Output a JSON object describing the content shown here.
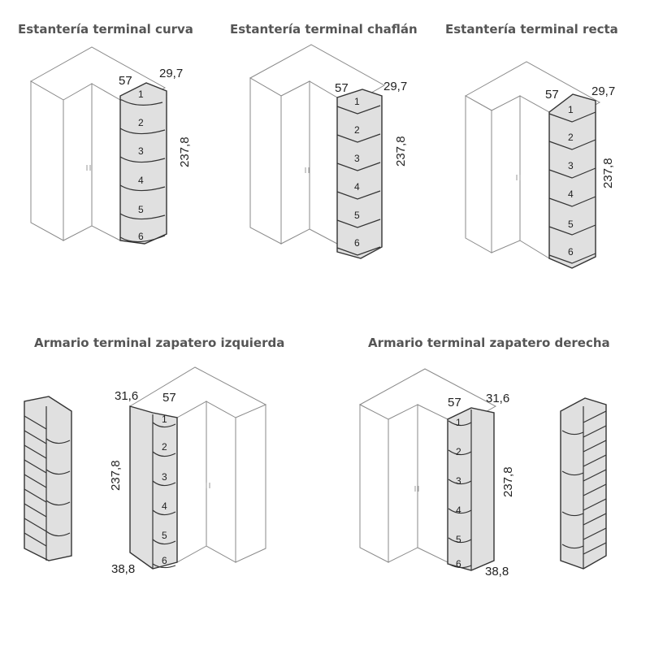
{
  "diagrams": [
    {
      "title": "Estantería terminal curva",
      "width_label": "57",
      "depth_label": "29,7",
      "height_label": "237,8",
      "shelves": [
        "1",
        "2",
        "3",
        "4",
        "5",
        "6"
      ]
    },
    {
      "title": "Estantería terminal chaflán",
      "width_label": "57",
      "depth_label": "29,7",
      "height_label": "237,8",
      "shelves": [
        "1",
        "2",
        "3",
        "4",
        "5",
        "6"
      ]
    },
    {
      "title": "Estantería terminal recta",
      "width_label": "57",
      "depth_label": "29,7",
      "height_label": "237,8",
      "shelves": [
        "1",
        "2",
        "3",
        "4",
        "5",
        "6"
      ]
    },
    {
      "title": "Armario terminal zapatero izquierda",
      "width_label": "57",
      "depth_label": "31,6",
      "height_label": "237,8",
      "bottom_label": "38,8",
      "shelves": [
        "1",
        "2",
        "3",
        "4",
        "5",
        "6"
      ]
    },
    {
      "title": "Armario terminal zapatero derecha",
      "width_label": "57",
      "depth_label": "31,6",
      "height_label": "237,8",
      "bottom_label": "38,8",
      "shelves": [
        "1",
        "2",
        "3",
        "4",
        "5",
        "6"
      ]
    }
  ],
  "colors": {
    "unit_fill": "#e0e0e0",
    "wall_stroke": "#8a8a8a",
    "ink": "#333333"
  }
}
